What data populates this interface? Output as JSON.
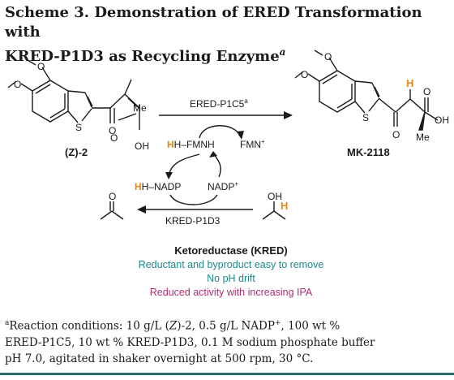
{
  "title": {
    "line1": "Scheme 3. Demonstration of ERED Transformation with",
    "line2": "KRED-P1D3 as Recycling Enzyme",
    "marker": "a"
  },
  "scheme": {
    "substrate_label": "(Z)-2",
    "product_label": "MK-2118",
    "main_arrow_enzyme": "ERED-P1C5",
    "main_arrow_marker": "a",
    "fmnh": "H–FMNH",
    "fmn": "FMN",
    "fmn_charge": "+",
    "nadp_reduced": "H–NADP",
    "nadp_oxidized": "NADP",
    "nadp_charge": "+",
    "recycle_enzyme": "KRED-P1D3",
    "hydrogen": "H",
    "labels": {
      "sulfur": "S",
      "oxygen": "O",
      "methyl": "Me",
      "hydroxyl": "OH",
      "oh_plain": "OH"
    },
    "bullets": {
      "heading": "Ketoreductase (KRED)",
      "item1": "Reductant and byproduct easy to remove",
      "item2": "No pH drift",
      "item3": "Reduced activity with increasing IPA"
    },
    "colors": {
      "hydrogen": "#e8871a",
      "teal": "#1a8a8a",
      "magenta": "#b03070",
      "ink": "#1a1a1a"
    }
  },
  "footnote": {
    "marker": "a",
    "line1_a": "Reaction conditions: 10 g/L (",
    "line1_z": "Z",
    "line1_b": ")-2, 0.5 g/L NADP",
    "line1_plus": "+",
    "line1_c": ", 100 wt %",
    "line2": "ERED-P1C5, 10 wt % KRED-P1D3, 0.1 M sodium phosphate buffer",
    "line3": "pH 7.0, agitated in shaker overnight at 500 rpm, 30 °C."
  }
}
